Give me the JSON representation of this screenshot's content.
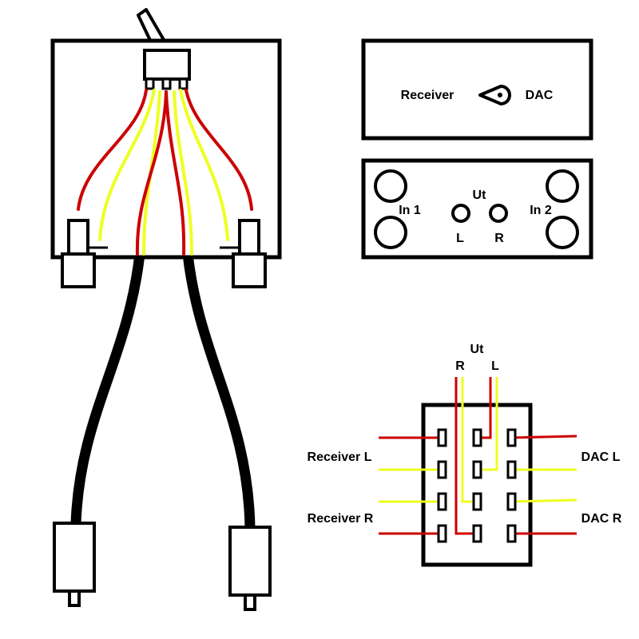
{
  "front_panel": {
    "left_label": "Receiver",
    "right_label": "DAC",
    "knob_icon": "toggle-knob-icon"
  },
  "rear_panel": {
    "input1_label": "In 1",
    "input2_label": "In 2",
    "output_label": "Ut",
    "output_left_label": "L",
    "output_right_label": "R"
  },
  "switch_diagram": {
    "output_label": "Ut",
    "output_right_label": "R",
    "output_left_label": "L",
    "receiver_left_label": "Receiver L",
    "receiver_right_label": "Receiver R",
    "dac_left_label": "DAC L",
    "dac_right_label": "DAC R"
  },
  "colors": {
    "wire_red": "#cc0000",
    "wire_yellow": "#eeff22",
    "outline": "#000000",
    "background": "#ffffff"
  }
}
